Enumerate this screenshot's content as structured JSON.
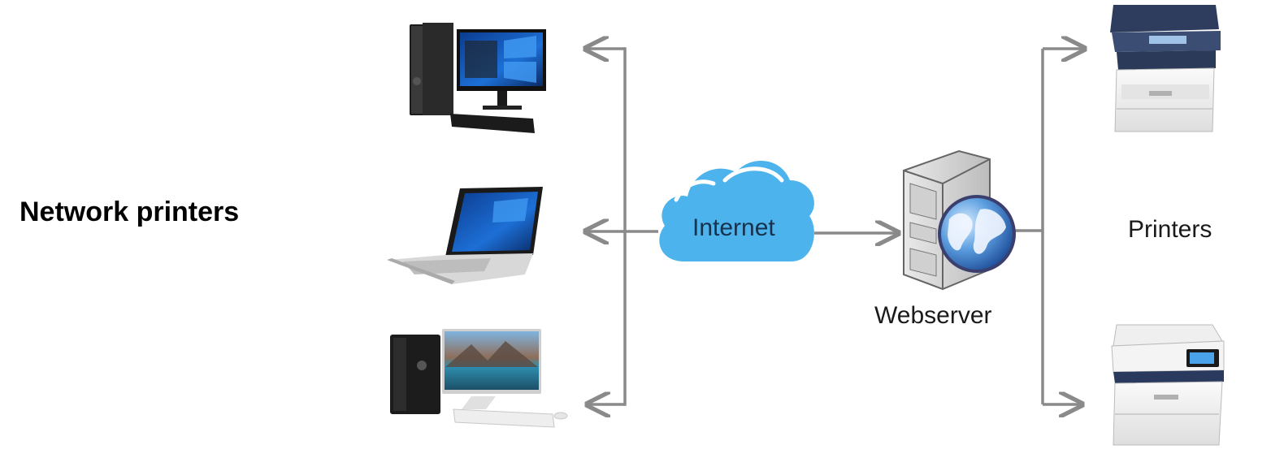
{
  "title": "Network printers",
  "nodes": {
    "internet": "Internet",
    "webserver": "Webserver",
    "printers": "Printers"
  },
  "colors": {
    "arrow": "#8a8a8a",
    "cloud": "#4db3ec",
    "cloud_light": "#7fcaf3",
    "globe": "#3a7fd0"
  },
  "devices": [
    "desktop-tower-monitor-icon",
    "laptop-icon",
    "all-in-one-pc-icon",
    "multifunction-printer-icon",
    "laser-printer-icon",
    "server-icon",
    "globe-icon",
    "cloud-icon"
  ]
}
